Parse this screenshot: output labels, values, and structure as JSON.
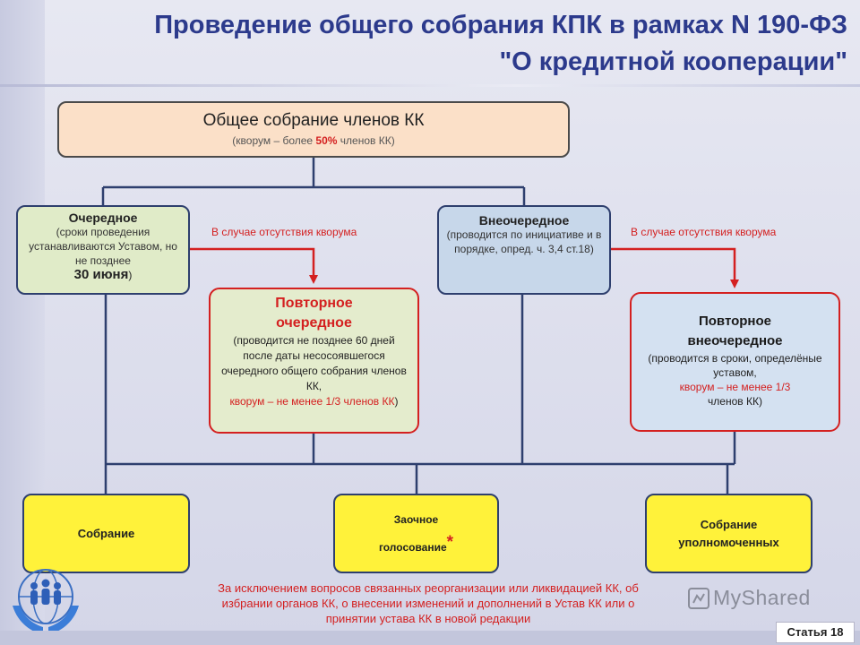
{
  "colors": {
    "title": "#2c3a8c",
    "red": "#d42020",
    "yellow": "#fff23a",
    "main_fill": "#fbe0c8",
    "green_fill": "#e0ebc8",
    "blue_fill": "#c7d7ea"
  },
  "title": {
    "line1": "Проведение общего собрания КПК в рамках N 190-ФЗ",
    "line2": "\"О кредитной кооперации\""
  },
  "main_box": {
    "title": "Общее собрание членов КК",
    "sub_a": "(кворум – более ",
    "sub_b": "50%",
    "sub_c": " членов КК)"
  },
  "ordinary": {
    "title": "Очередное",
    "desc": "(сроки проведения устанавливаются Уставом, но не позднее",
    "deadline": "30 июня",
    "close": ")"
  },
  "extraordinary": {
    "title": "Внеочередное",
    "desc": "(проводится по инициативе и в порядке, опред. ч. 3,4 ст.18)"
  },
  "no_quorum_left": "В случае отсутствия кворума",
  "no_quorum_right": "В случае отсутствия кворума",
  "repeat_ordinary": {
    "title1": "Повторное",
    "title2": "очередное",
    "desc": "(проводится не позднее 60 дней после даты несосоявшегося очередного общего собрания членов КК,",
    "quorum": "кворум – не менее 1/3 членов КК",
    "close": ")"
  },
  "repeat_extra": {
    "title1": "Повторное",
    "title2": "внеочередное",
    "desc": "(проводится в сроки, определёные уставом,",
    "quorum": "кворум – не менее 1/3",
    "tail": "членов КК)"
  },
  "forms": {
    "meeting": "Собрание",
    "absentee_1": "Заочное",
    "absentee_2": "голосование",
    "asterisk": "*",
    "delegates_1": "Собрание",
    "delegates_2": "уполномоченных"
  },
  "footnote": "За исключением вопросов связанных реорганизации или ликвидацией КК, об избрании органов КК, о внесении изменений и дополнений в Устав КК или о принятии устава КК в новой редакции",
  "article_badge": "Статья 18",
  "watermark": "MyShared"
}
